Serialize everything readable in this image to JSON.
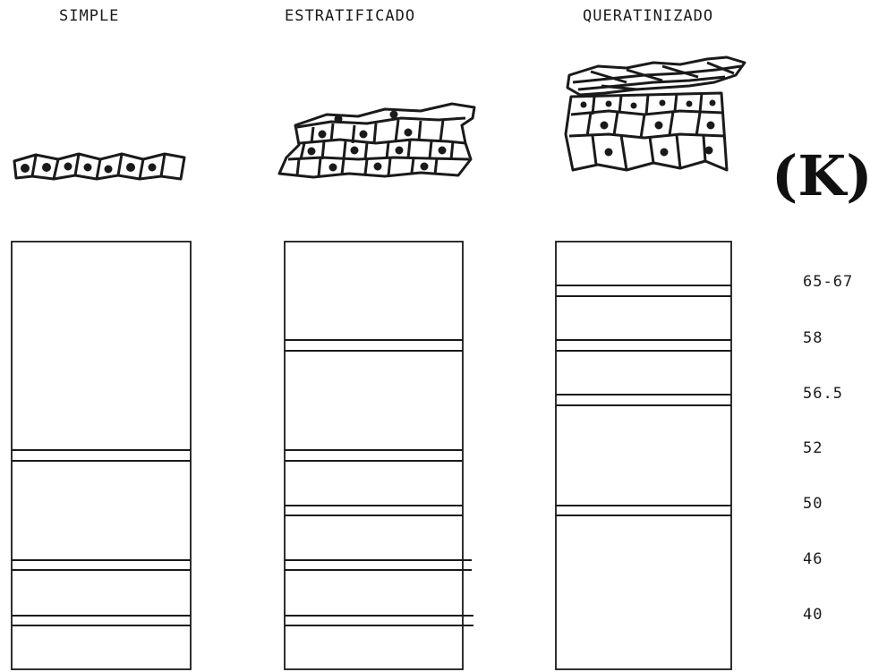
{
  "columns": [
    {
      "title": "SIMPLE",
      "bands": [
        "52",
        "46",
        "40"
      ]
    },
    {
      "title": "ESTRATIFICADO",
      "bands": [
        "58",
        "52",
        "50",
        "46",
        "40"
      ]
    },
    {
      "title": "QUERATINIZADO",
      "bands": [
        "65-67",
        "58",
        "56.5",
        "50"
      ]
    }
  ],
  "unit_label": "(K)",
  "molecular_weights": [
    "65-67",
    "58",
    "56.5",
    "52",
    "50",
    "46",
    "40"
  ],
  "colors": {
    "ink": "#1a1a1a",
    "background": "#ffffff"
  }
}
